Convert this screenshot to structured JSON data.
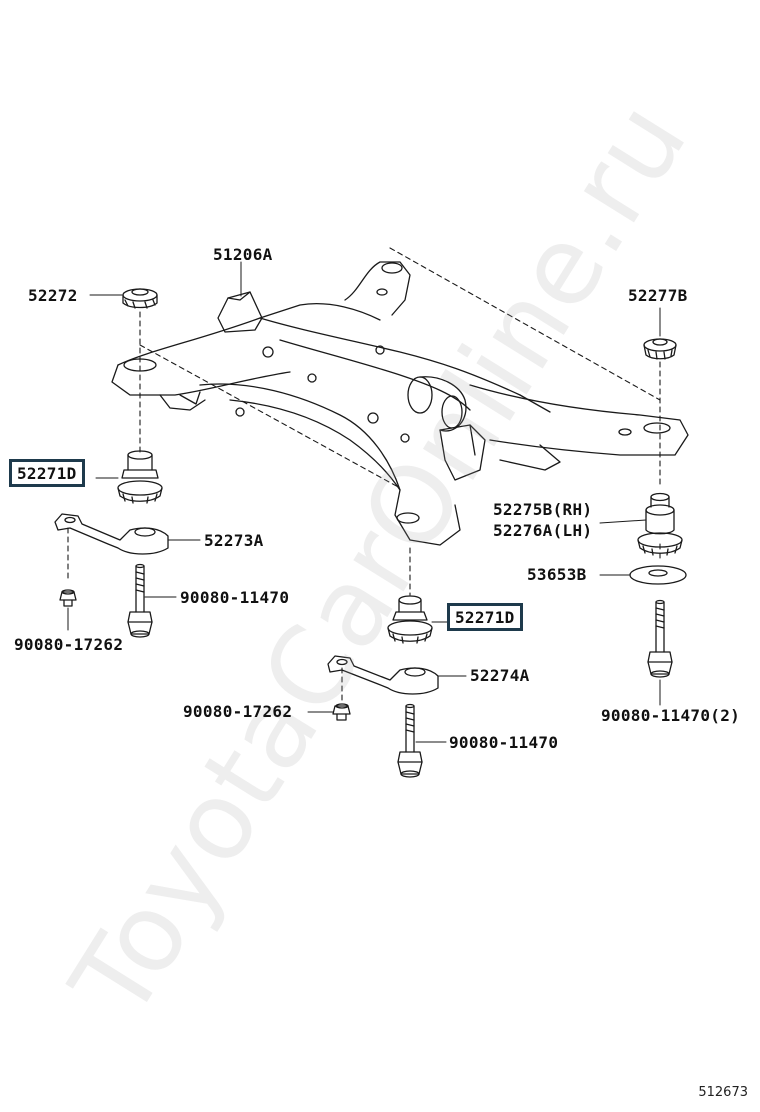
{
  "labels": {
    "subframe": "51206A",
    "stopper_top_left": "52272",
    "stopper_top_right": "52277B",
    "cushion_left": "52271D",
    "cushion_center": "52271D",
    "bracket_left": "52273A",
    "bracket_center": "52274A",
    "bolt_left": "90080-11470",
    "bolt_center": "90080-11470",
    "bolt_right": "90080-11470(2)",
    "nut_left": "90080-17262",
    "nut_center": "90080-17262",
    "cushion_rh": "52275B(RH)",
    "cushion_lh": "52276A(LH)",
    "washer_right": "53653B"
  },
  "watermark": "ToyotaCarOnline.ru",
  "figure_number": "512673",
  "colors": {
    "line": "#1a1a1a",
    "box": "#1e3a4c",
    "watermark": "#a0a0a0"
  }
}
